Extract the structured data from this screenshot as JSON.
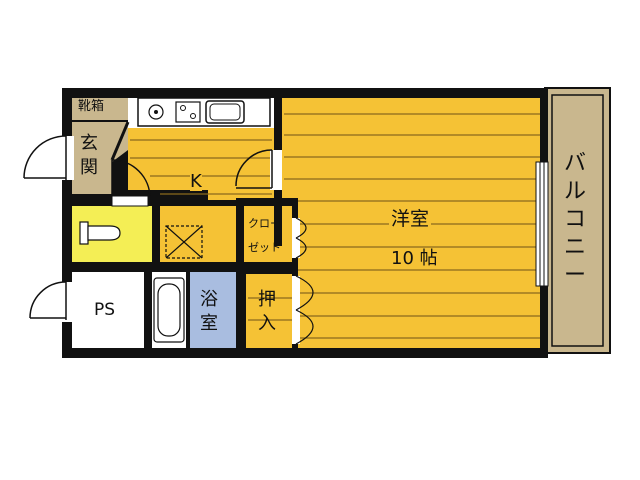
{
  "rooms": {
    "shoe_storage": "靴箱",
    "entrance": "玄関",
    "kitchen": "K",
    "closet_top": "クロー",
    "closet_bottom": "ゼット",
    "western_room": "洋室",
    "western_room_size": "10 帖",
    "balcony": "バルコニー",
    "ps": "PS",
    "bathroom": "浴室",
    "oshiire": "押入"
  },
  "colors": {
    "wall": "#111111",
    "room_floor": "#f5c235",
    "floor_stripe": "#8a6a1d",
    "entrance_floor": "#c9b78e",
    "toilet_floor": "#f4ee55",
    "bath_floor": "#a9bde0",
    "balcony_floor": "#c9b78e",
    "white_area": "#ffffff"
  },
  "icons": [
    "door-swing-icon",
    "stove-icon",
    "sink-icon",
    "toilet-icon",
    "bathtub-icon",
    "washing-machine-pan-icon",
    "window-icon"
  ]
}
